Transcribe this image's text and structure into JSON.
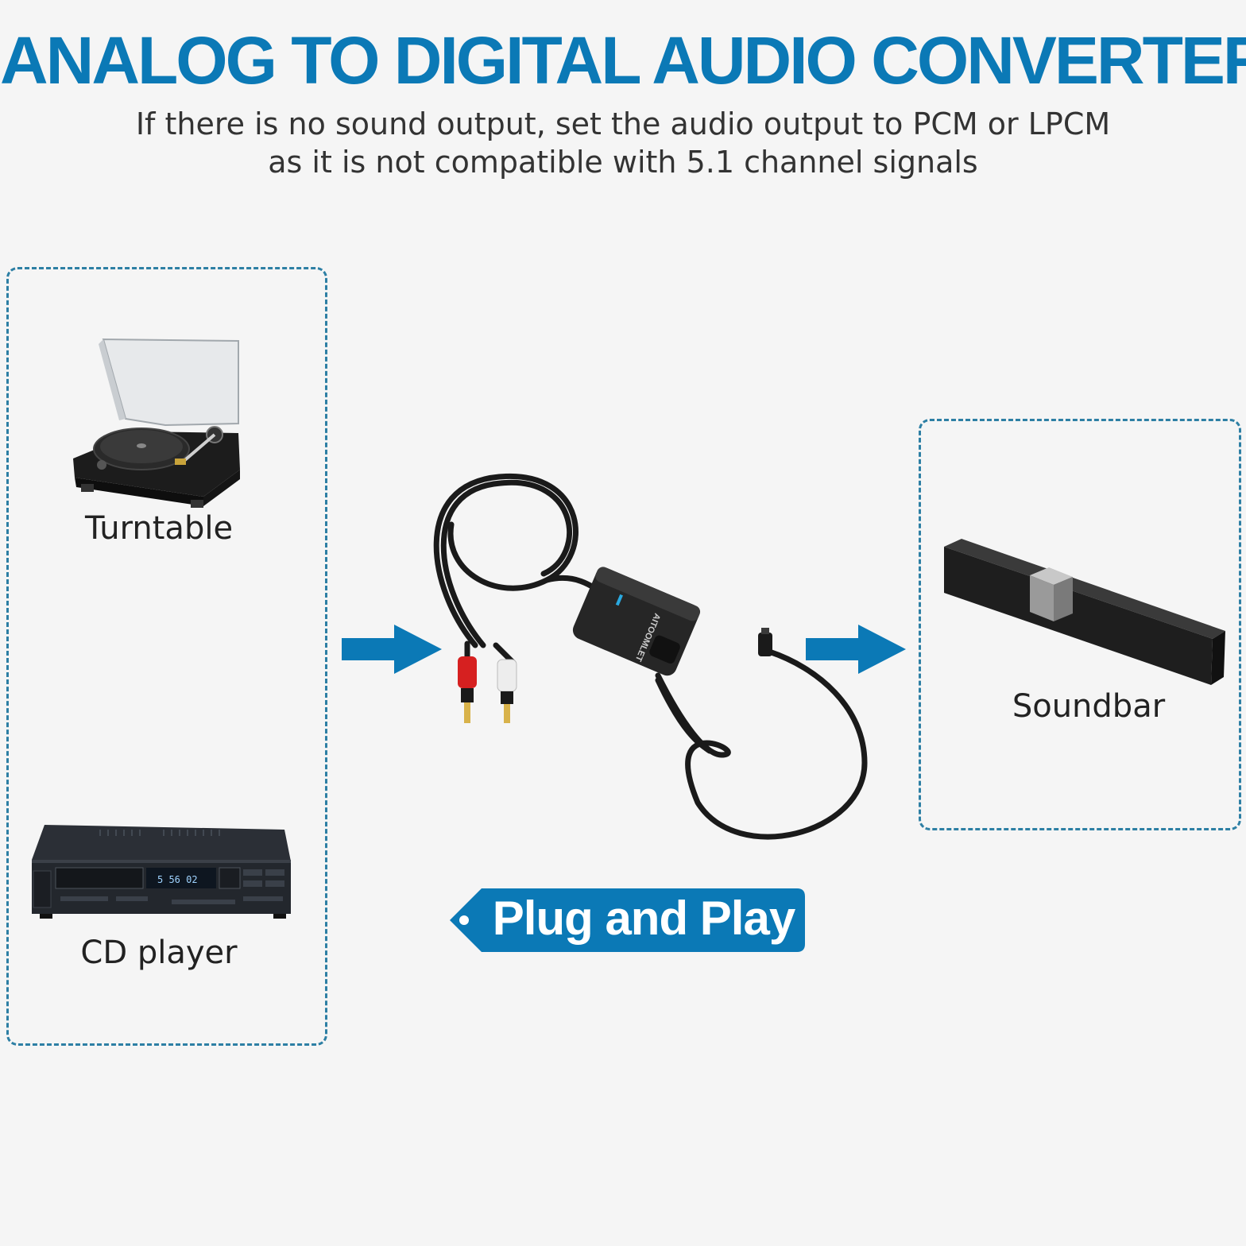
{
  "header": {
    "title": "ANALOG TO DIGITAL AUDIO CONVERTER",
    "subtitle_line1": "If there is no sound output, set the audio output to PCM or LPCM",
    "subtitle_line2": "as it is not compatible with 5.1 channel signals"
  },
  "sources": [
    {
      "label": "Turntable",
      "icon": "turntable-icon"
    },
    {
      "label": "CD player",
      "icon": "cd-player-icon"
    }
  ],
  "converter": {
    "brand": "AITOOMLET",
    "icon": "converter-cable-icon"
  },
  "output": {
    "label": "Soundbar",
    "icon": "soundbar-icon"
  },
  "badge": {
    "label": "Plug and Play"
  },
  "colors": {
    "accent": "#0b79b6",
    "dashed_border": "#2d7fa4",
    "background": "#f5f5f5"
  }
}
